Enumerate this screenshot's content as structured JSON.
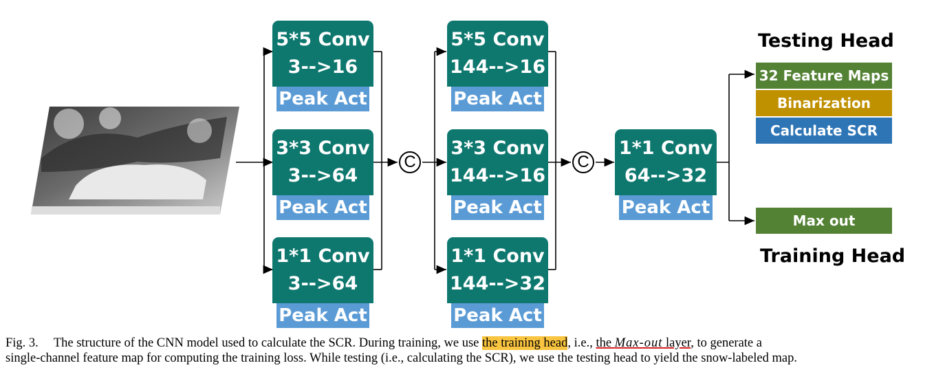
{
  "column1": [
    {
      "conv": "5*5 Conv",
      "channels": "3-->16",
      "act": "Peak Act"
    },
    {
      "conv": "3*3 Conv",
      "channels": "3-->64",
      "act": "Peak Act"
    },
    {
      "conv": "1*1 Conv",
      "channels": "3-->64",
      "act": "Peak Act"
    }
  ],
  "column2": [
    {
      "conv": "5*5 Conv",
      "channels": "144-->16",
      "act": "Peak Act"
    },
    {
      "conv": "3*3 Conv",
      "channels": "144-->16",
      "act": "Peak Act"
    },
    {
      "conv": "1*1 Conv",
      "channels": "144-->32",
      "act": "Peak Act"
    }
  ],
  "column3": {
    "conv": "1*1 Conv",
    "channels": "64-->32",
    "act": "Peak Act"
  },
  "concat_symbol": "C",
  "testing_head": {
    "title": "Testing Head",
    "bars": [
      {
        "label": "32 Feature Maps",
        "color": "#548235"
      },
      {
        "label": "Binarization",
        "color": "#bf9000"
      },
      {
        "label": "Calculate SCR",
        "color": "#2e75b6"
      }
    ]
  },
  "training_head": {
    "title": "Training Head",
    "bar": {
      "label": "Max out",
      "color": "#548235"
    }
  },
  "caption": {
    "fig_label": "Fig. 3.",
    "part1": "The structure of the CNN model used to calculate the SCR. During training, we use ",
    "highlight": "the training head",
    "part2": ", i.e., ",
    "ul_pre": "the ",
    "ul_ital": "Max-out",
    "ul_post": " layer",
    "part3": ", to generate a",
    "line2": "single-channel feature map for computing the training loss. While testing (i.e., calculating the SCR), we use the testing head to yield the snow-labeled map."
  }
}
